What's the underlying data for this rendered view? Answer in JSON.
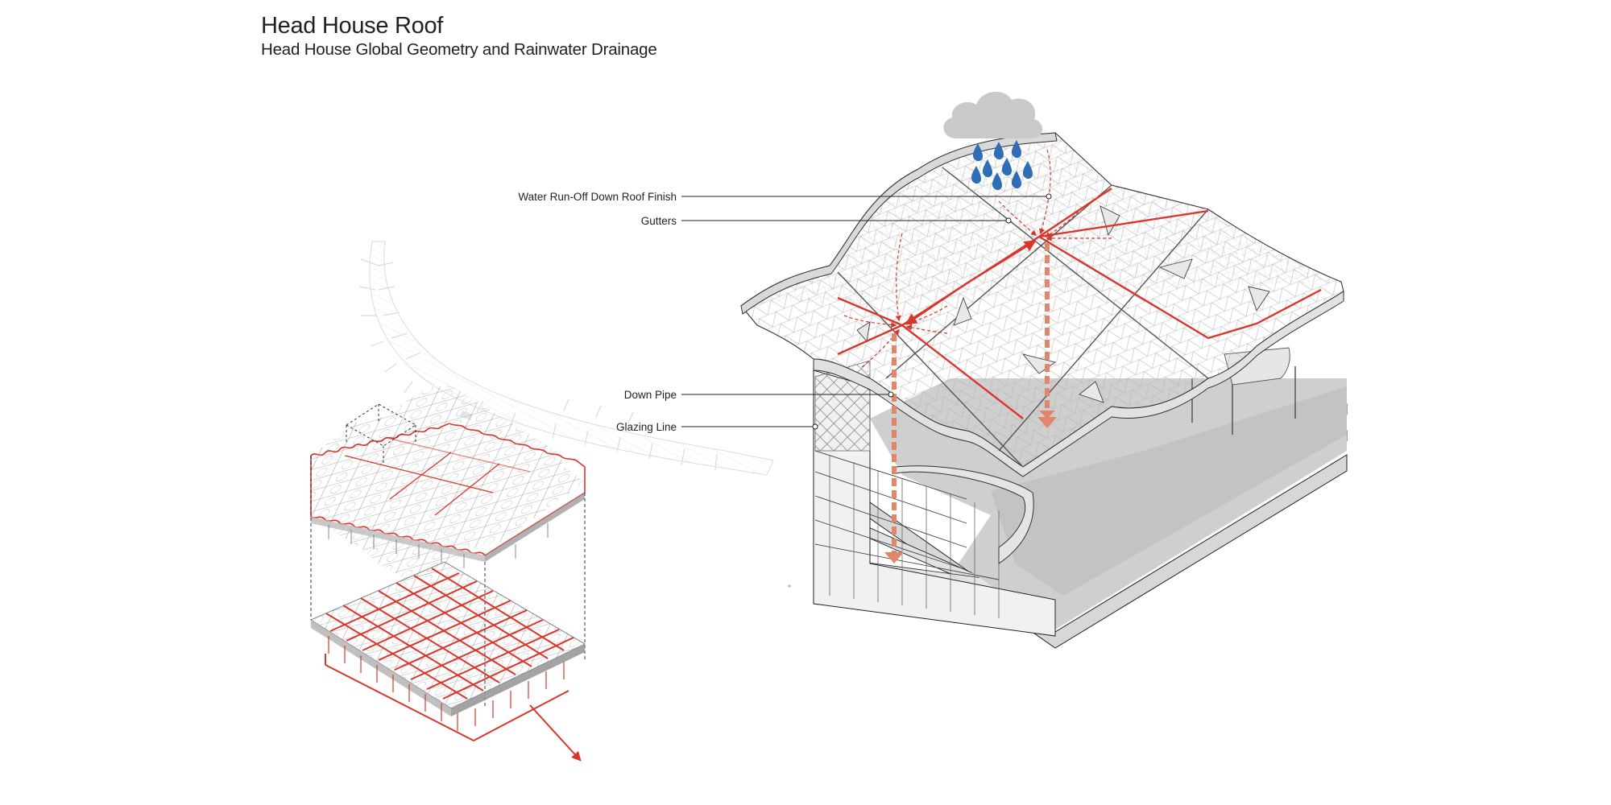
{
  "header": {
    "title": "Head House Roof",
    "subtitle": "Head House Global Geometry and Rainwater Drainage"
  },
  "callouts": [
    {
      "id": "water-runoff",
      "label": "Water Run-Off Down Roof Finish"
    },
    {
      "id": "gutters",
      "label": "Gutters"
    },
    {
      "id": "down-pipe",
      "label": "Down Pipe"
    },
    {
      "id": "glazing-line",
      "label": "Glazing Line"
    }
  ],
  "colors": {
    "drainage_red": "#d9362b",
    "downpipe_salmon": "#e0876b",
    "rain_blue": "#2f6db5",
    "cloud_grey": "#c8c8c8",
    "structure_grey": "#9a9a9a",
    "shadow_grey": "#d4d4d4"
  },
  "icons": {
    "cloud": "cloud-icon",
    "raindrop": "raindrop-icon"
  }
}
